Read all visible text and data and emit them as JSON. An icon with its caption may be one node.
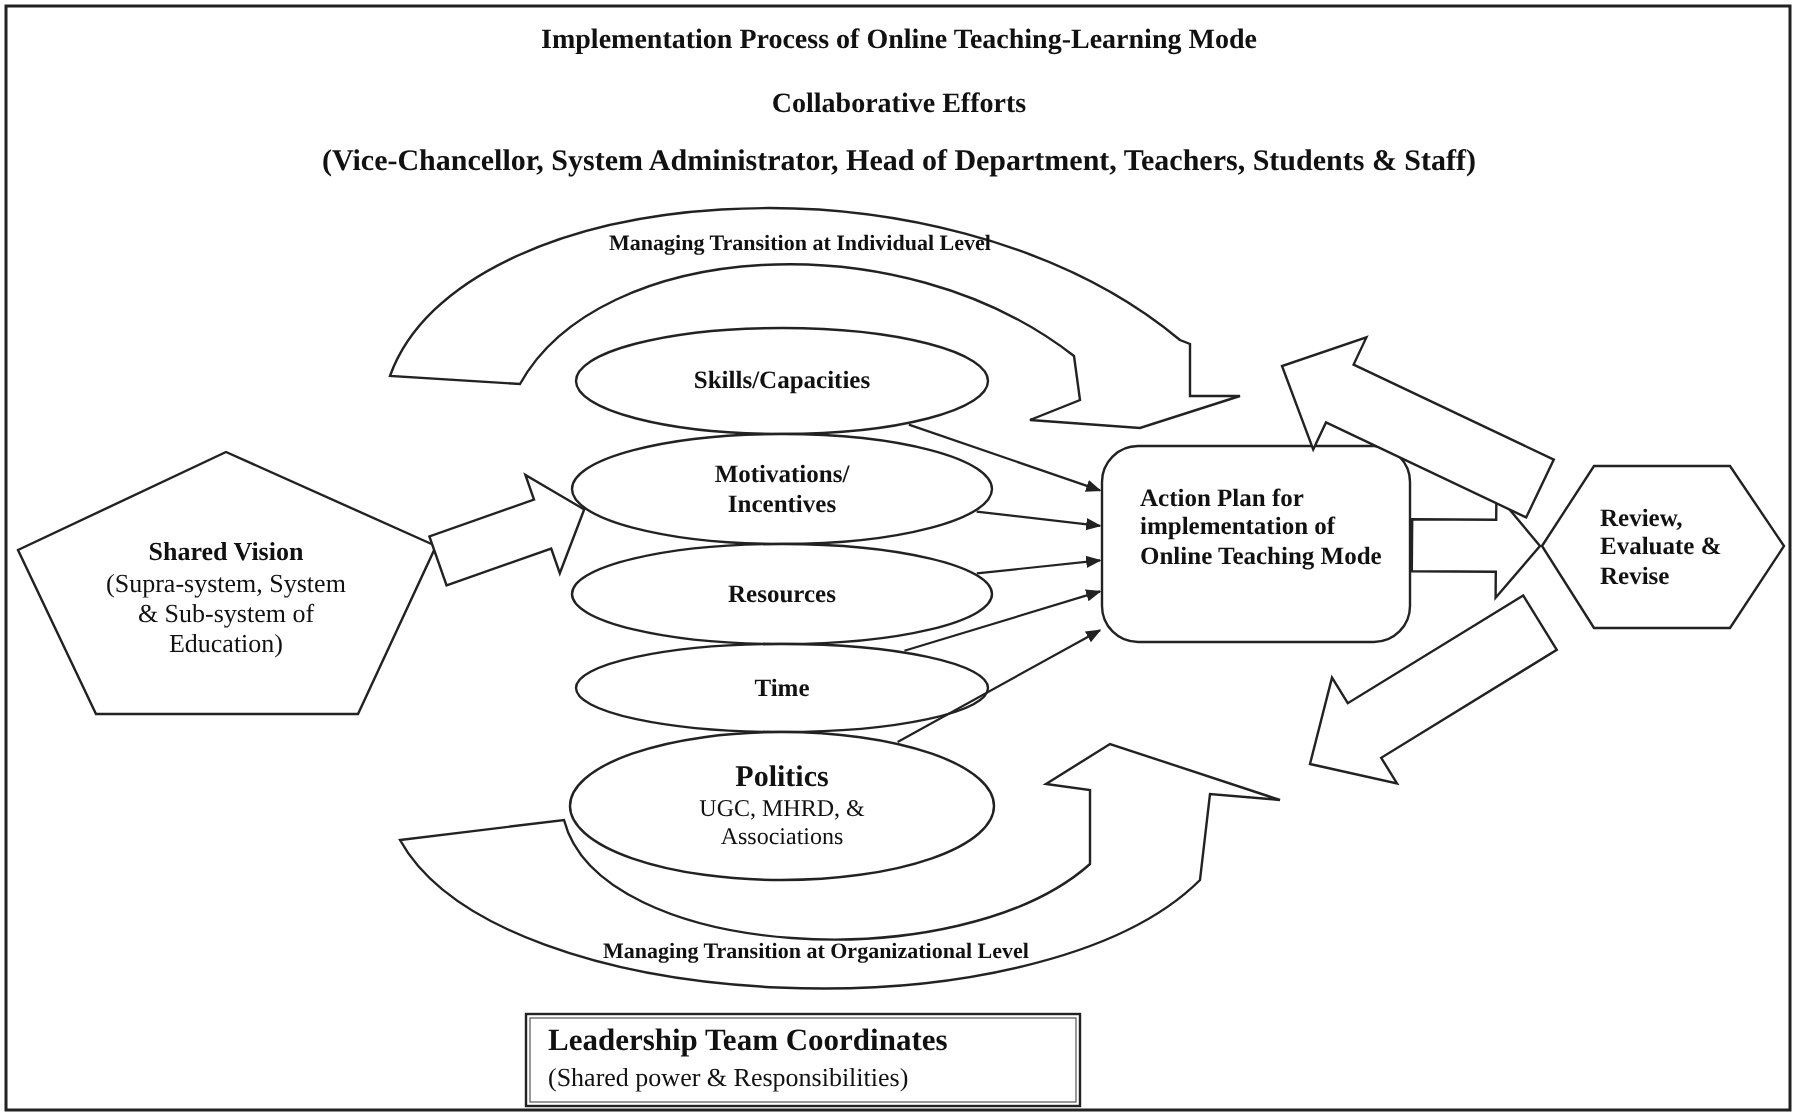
{
  "diagram": {
    "title": "Implementation Process of Online Teaching-Learning Mode",
    "nodes": [
      {
        "text": [
          "Managing Transition at Individual Level"
        ]
      },
      {
        "text": [
          "Shared Vision",
          "(Supra-system, System & Sub-system of Education)"
        ]
      },
      {
        "text": [
          "Skills/Capacities"
        ]
      },
      {
        "text": [
          "Motivations/ Incentives"
        ]
      },
      {
        "text": [
          "Resources"
        ]
      },
      {
        "text": [
          "Time"
        ]
      },
      {
        "text": [
          "Politics",
          "UGC, MHRD, & Associations"
        ]
      },
      {
        "text": [
          "Action Plan for implementation of Online Teaching Mode"
        ]
      },
      {
        "text": [
          "Review, Evaluate & Revise"
        ]
      },
      {
        "text": [
          "Managing Transition at Organizational Level"
        ]
      },
      {
        "text": [
          "Leadership Team Coordinates",
          "(Shared power & Responsibilities)"
        ]
      }
    ],
    "edges": [
      {
        "from": 1,
        "to": 3,
        "arrow": "to",
        "style": "thick"
      },
      {
        "from": 2,
        "to": 7,
        "arrow": "to"
      },
      {
        "from": 3,
        "to": 7,
        "arrow": "to"
      },
      {
        "from": 4,
        "to": 7,
        "arrow": "to"
      },
      {
        "from": 5,
        "to": 7,
        "arrow": "to"
      },
      {
        "from": 6,
        "to": 7,
        "arrow": "to"
      },
      {
        "from": 7,
        "to": 8,
        "arrow": "to",
        "style": "thick"
      },
      {
        "from": 8,
        "to": null,
        "arrow": "to",
        "style": "thick"
      },
      {
        "from": 8,
        "to": null,
        "arrow": "to",
        "style": "thick"
      }
    ],
    "labels": [
      "Collaborative Efforts",
      "(Vice-Chancellor, System Administrator, Head of Department, Teachers, Students & Staff)"
    ]
  }
}
